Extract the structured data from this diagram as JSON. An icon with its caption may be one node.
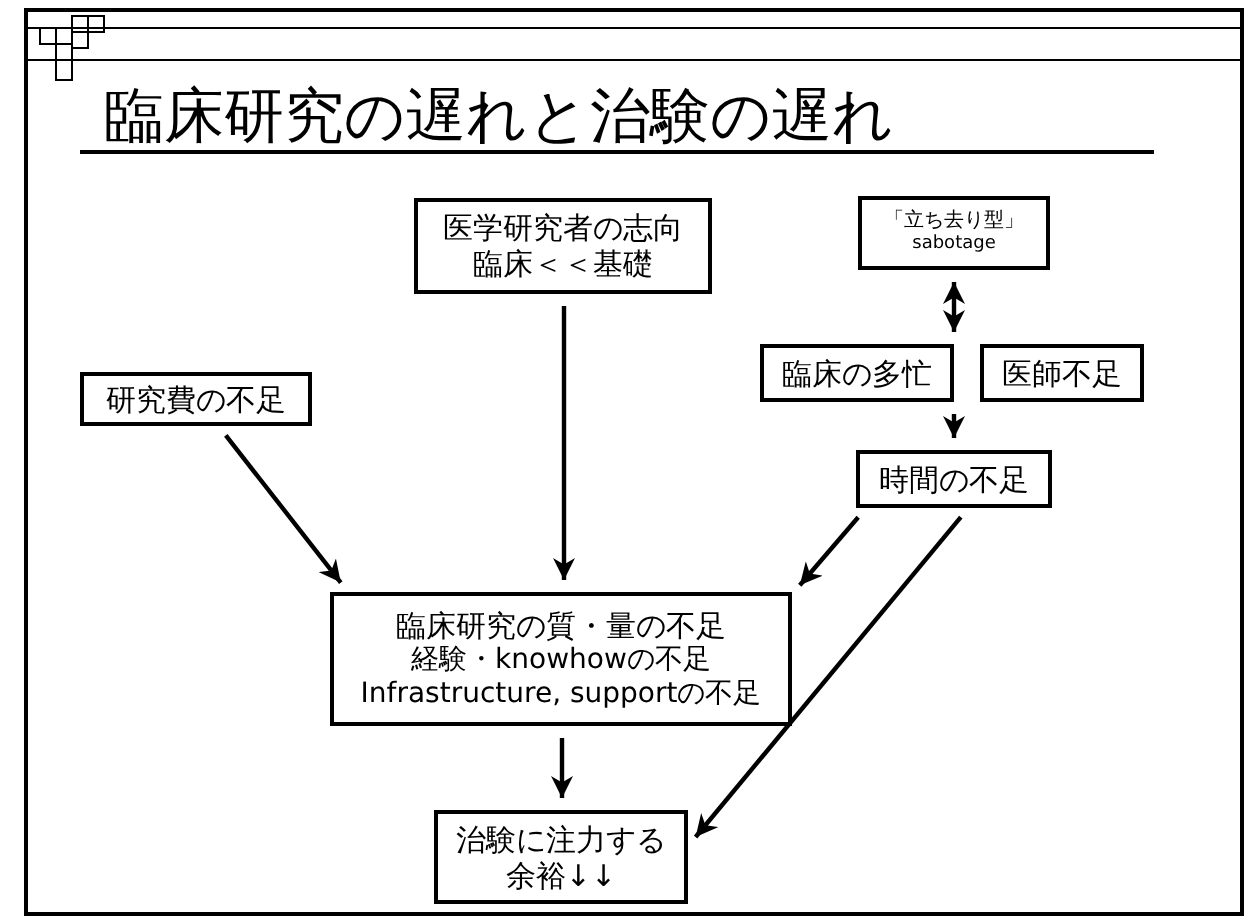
{
  "diagram": {
    "title": "臨床研究の遅れと治験の遅れ",
    "nodes": [
      {
        "text": [
          "医学研究者の志向",
          "臨床＜＜基礎"
        ]
      },
      {
        "text": [
          "「立ち去り型」",
          "sabotage"
        ]
      },
      {
        "text": [
          "研究費の不足"
        ]
      },
      {
        "text": [
          "臨床の多忙"
        ]
      },
      {
        "text": [
          "医師不足"
        ]
      },
      {
        "text": [
          "時間の不足"
        ]
      },
      {
        "text": [
          "臨床研究の質・量の不足",
          "経験・knowhowの不足",
          "Infrastructure, supportの不足"
        ]
      },
      {
        "text": [
          "治験に注力する余裕↓↓"
        ]
      }
    ],
    "edges": [
      {
        "from": 1,
        "to": 3,
        "arrow": "both"
      },
      {
        "from": 3,
        "to": 5,
        "arrow": "to"
      },
      {
        "from": 0,
        "to": 6,
        "arrow": "to"
      },
      {
        "from": 2,
        "to": 6,
        "arrow": "to"
      },
      {
        "from": 5,
        "to": 6,
        "arrow": "to"
      },
      {
        "from": 5,
        "to": 7,
        "arrow": "to"
      },
      {
        "from": 6,
        "to": 7,
        "arrow": "to"
      }
    ]
  }
}
